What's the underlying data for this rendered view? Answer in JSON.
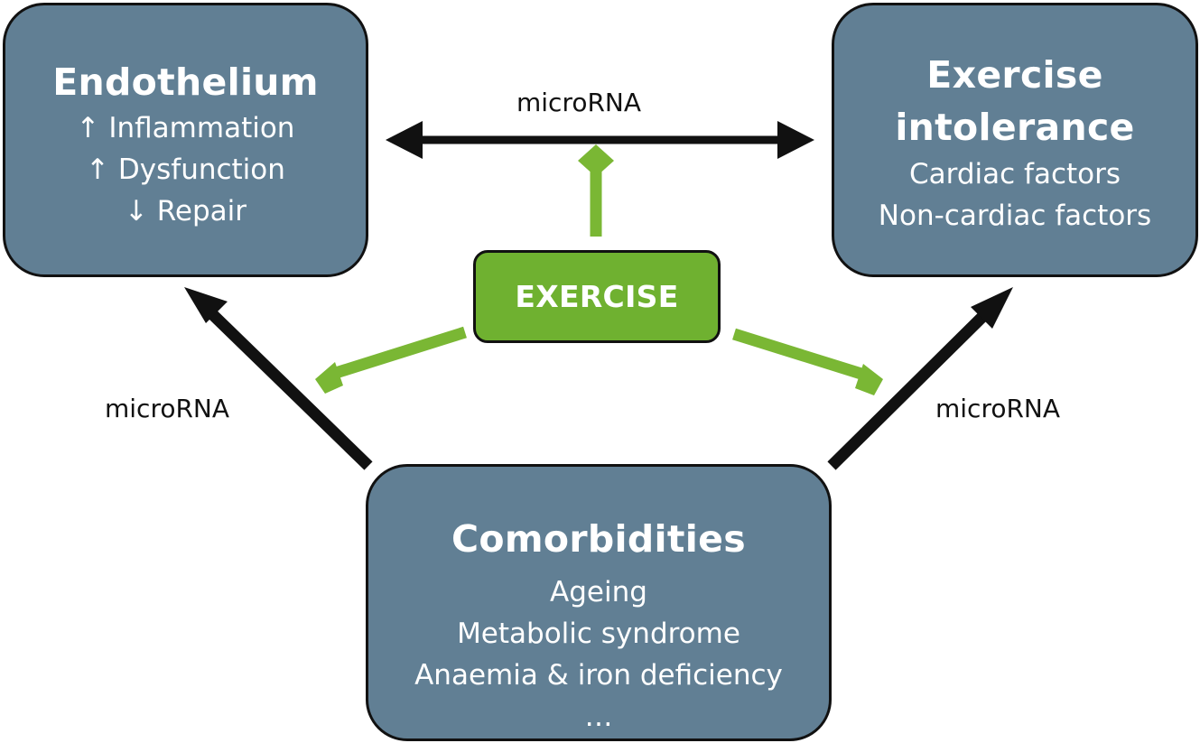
{
  "colors": {
    "box": "#617f94",
    "exercise": "#6fb130",
    "arrow": "#111111",
    "inhibit": "#7ab734"
  },
  "endothelium": {
    "title": "Endothelium",
    "lines": [
      "↑ Inflammation",
      "↑ Dysfunction",
      "↓ Repair"
    ]
  },
  "intolerance": {
    "title_line1": "Exercise",
    "title_line2": "intolerance",
    "lines": [
      "Cardiac factors",
      "Non-cardiac factors"
    ]
  },
  "comorbidities": {
    "title": "Comorbidities",
    "lines": [
      "Ageing",
      "Metabolic syndrome",
      "Anaemia & iron deficiency",
      "…"
    ]
  },
  "exercise": {
    "label": "EXERCISE"
  },
  "labels": {
    "top": "microRNA",
    "left": "microRNA",
    "right": "microRNA"
  }
}
